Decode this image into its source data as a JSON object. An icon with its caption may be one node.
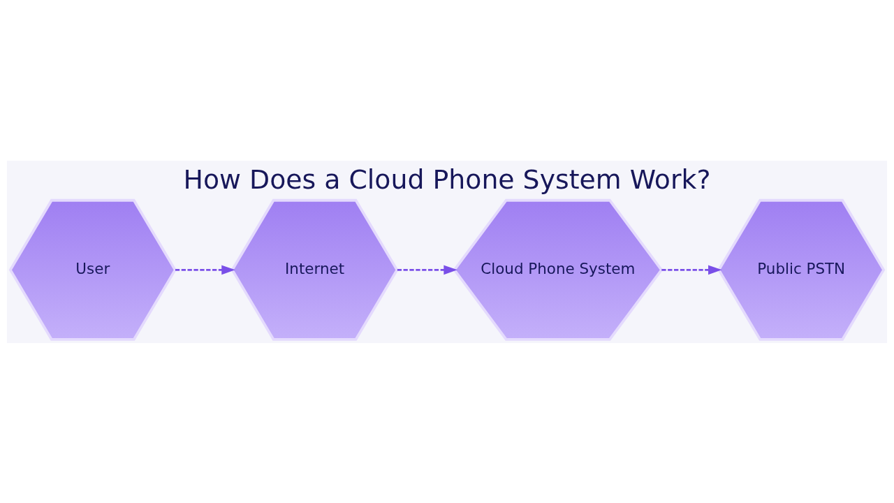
{
  "diagram": {
    "title": "How Does a Cloud Phone System Work?",
    "nodes": [
      {
        "text": [
          "User"
        ]
      },
      {
        "text": [
          "Internet"
        ]
      },
      {
        "text": [
          "Cloud Phone System"
        ]
      },
      {
        "text": [
          "Public PSTN"
        ]
      }
    ],
    "edges": [
      {
        "from": 0,
        "to": 1,
        "arrow": "to",
        "style": "dashed"
      },
      {
        "from": 1,
        "to": 2,
        "arrow": "to",
        "style": "dashed"
      },
      {
        "from": 2,
        "to": 3,
        "arrow": "to",
        "style": "dashed"
      }
    ]
  }
}
